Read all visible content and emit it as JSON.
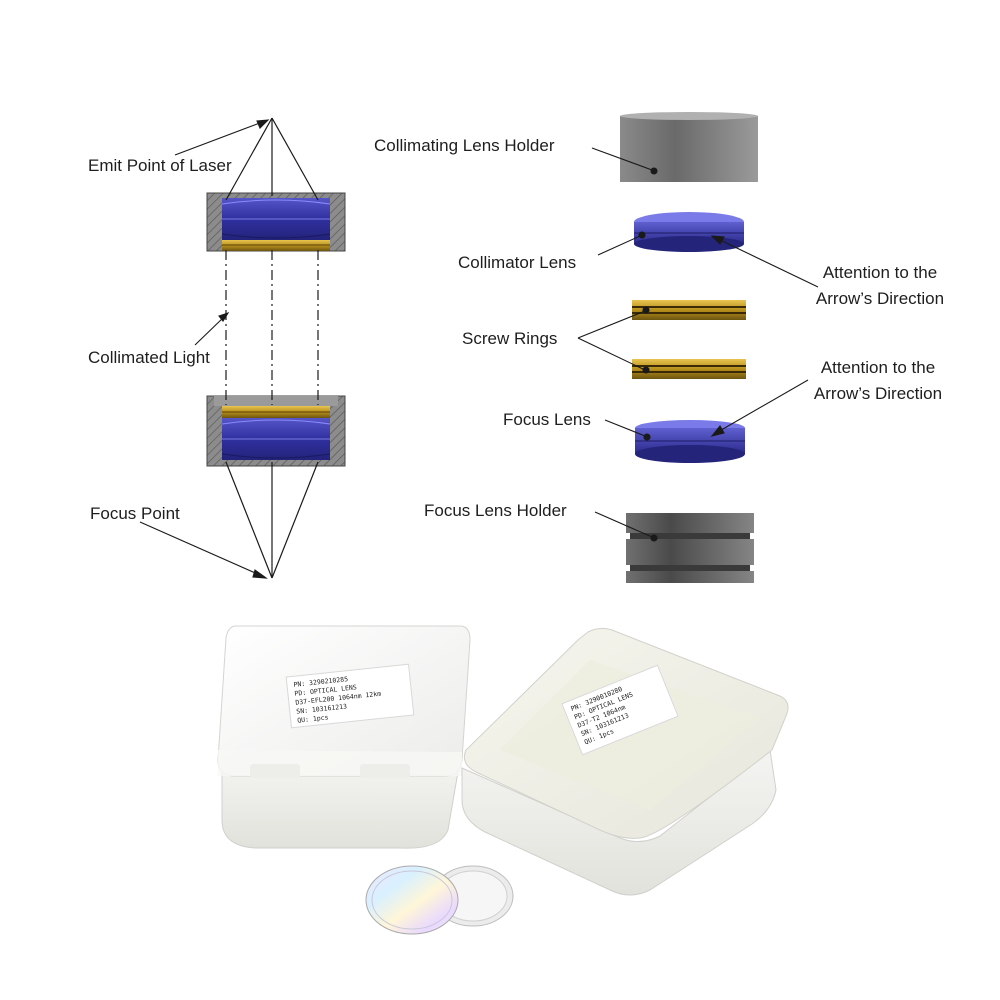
{
  "diagram": {
    "left_labels": {
      "emit_point": "Emit Point of Laser",
      "collimated_light": "Collimated Light",
      "focus_point": "Focus Point"
    },
    "right_labels": {
      "collimating_lens_holder": "Collimating Lens Holder",
      "collimator_lens": "Collimator Lens",
      "screw_rings": "Screw Rings",
      "focus_lens": "Focus Lens",
      "focus_lens_holder": "Focus Lens Holder",
      "attention_1_line1": "Attention to the",
      "attention_1_line2": "Arrow’s Direction",
      "attention_2_line1": "Attention to the",
      "attention_2_line2": "Arrow’s Direction"
    },
    "colors": {
      "lens_blue": "#3a3aa8",
      "ring_gold": "#c9a227",
      "holder_gray": "#7d7d7d"
    }
  },
  "photo": {
    "box_left_label": {
      "pn": "PN: 3290210285",
      "pd": "PD: OPTICAL LENS",
      "spec": "D37-EFL200 1064nm 12km",
      "sn": "SN: 103161213",
      "qty": "QU: 1pcs"
    },
    "box_right_label": {
      "pn": "PN: 3290010280",
      "pd": "PD: OPTICAL LENS",
      "spec": "D37-T2 1064nm",
      "sn": "SN: 103161213",
      "qty": "QU: 1pcs"
    }
  }
}
